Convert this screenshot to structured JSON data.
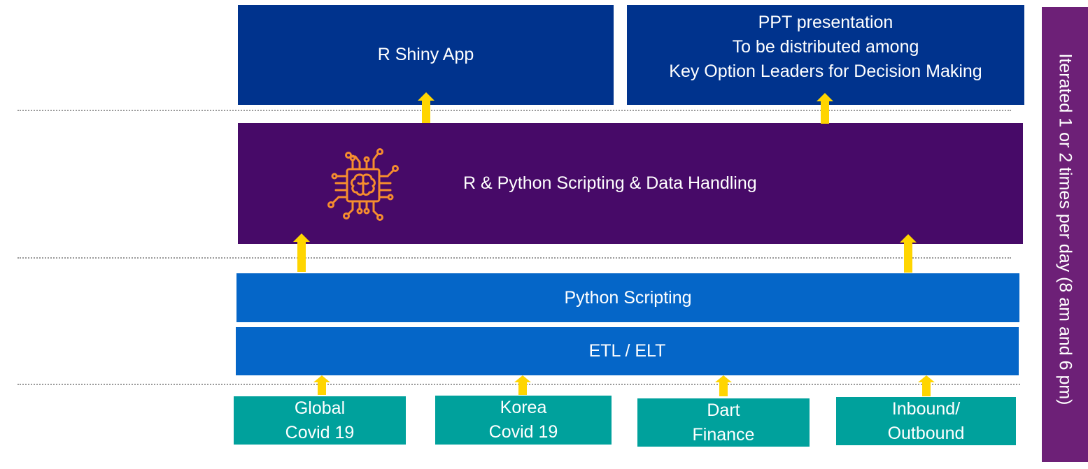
{
  "top": {
    "shiny_label": "R Shiny App",
    "ppt_lines": [
      "PPT presentation",
      "To be distributed among",
      "Key Option Leaders for Decision Making"
    ]
  },
  "middle": {
    "scripting_label": "R & Python Scripting & Data Handling",
    "icon": "brain-chip-icon"
  },
  "processing": {
    "python_label": "Python Scripting",
    "etl_label": "ETL / ELT"
  },
  "sources": [
    {
      "line1": "Global",
      "line2": "Covid 19"
    },
    {
      "line1": "Korea",
      "line2": "Covid 19"
    },
    {
      "line1": "Dart",
      "line2": "Finance"
    },
    {
      "line1": "Inbound/",
      "line2": "Outbound"
    }
  ],
  "side": {
    "label": "Iterated 1 or 2 times per day (8 am and 6 pm)"
  },
  "colors": {
    "navy": "#00338d",
    "purple": "#470a68",
    "blue": "#0566c8",
    "teal": "#00a19c",
    "side": "#6d2077",
    "arrow": "#ffd500",
    "icon": "#f68d2e"
  }
}
